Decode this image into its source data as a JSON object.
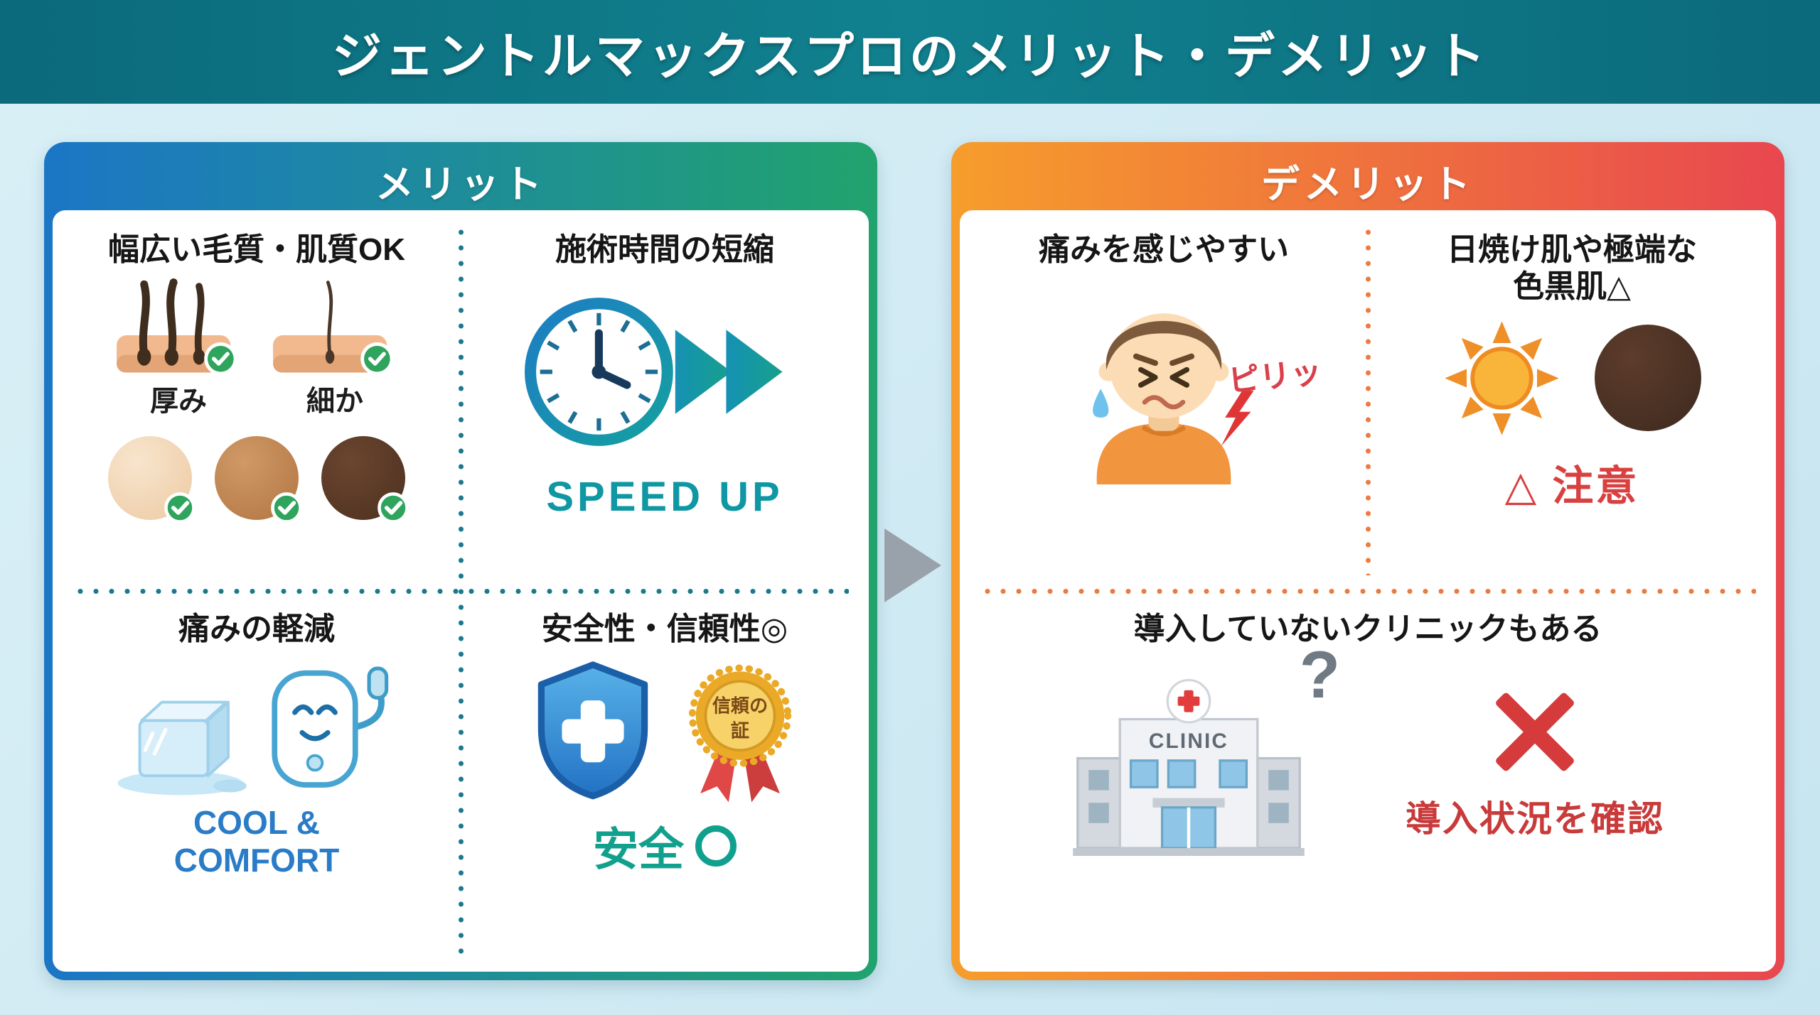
{
  "header": {
    "title": "ジェントルマックスプロのメリット・デメリット"
  },
  "merit": {
    "title": "メリット",
    "hair_skin": {
      "title": "幅広い毛質・肌質OK",
      "thick_label": "厚み",
      "fine_label": "細か"
    },
    "speed": {
      "title": "施術時間の短縮",
      "caption": "SPEED UP"
    },
    "pain": {
      "title": "痛みの軽減",
      "caption_line1": "COOL &",
      "caption_line2": "COMFORT"
    },
    "safety": {
      "title": "安全性・信頼性◎",
      "medal_line1": "信頼の",
      "medal_line2": "証",
      "caption": "安全"
    }
  },
  "demerit": {
    "title": "デメリット",
    "pain": {
      "title": "痛みを感じやすい",
      "sfx": "ピリッ"
    },
    "tan": {
      "title_line1": "日焼け肌や極端な",
      "title_line2": "色黒肌△",
      "caution": "△ 注意"
    },
    "clinic": {
      "title": "導入していないクリニックもある",
      "sign": "CLINIC",
      "question_mark": "?",
      "action": "導入状況を確認"
    }
  },
  "palette": {
    "header_bg": "#0e7383",
    "background": "#cfe8f1",
    "merit_gradient_start": "#1b76c6",
    "merit_gradient_end": "#21a36d",
    "demerit_gradient_start": "#f69d2c",
    "demerit_gradient_end": "#e8474f",
    "check_green": "#2fa45c",
    "speed_teal": "#0f97a3",
    "cool_blue": "#2a7cc7",
    "safe_teal": "#12a08e",
    "alert_red": "#d94040",
    "dot_merit": "#19798f",
    "dot_demerit": "#ec7a42",
    "arrow_gray": "#99a2aa"
  }
}
